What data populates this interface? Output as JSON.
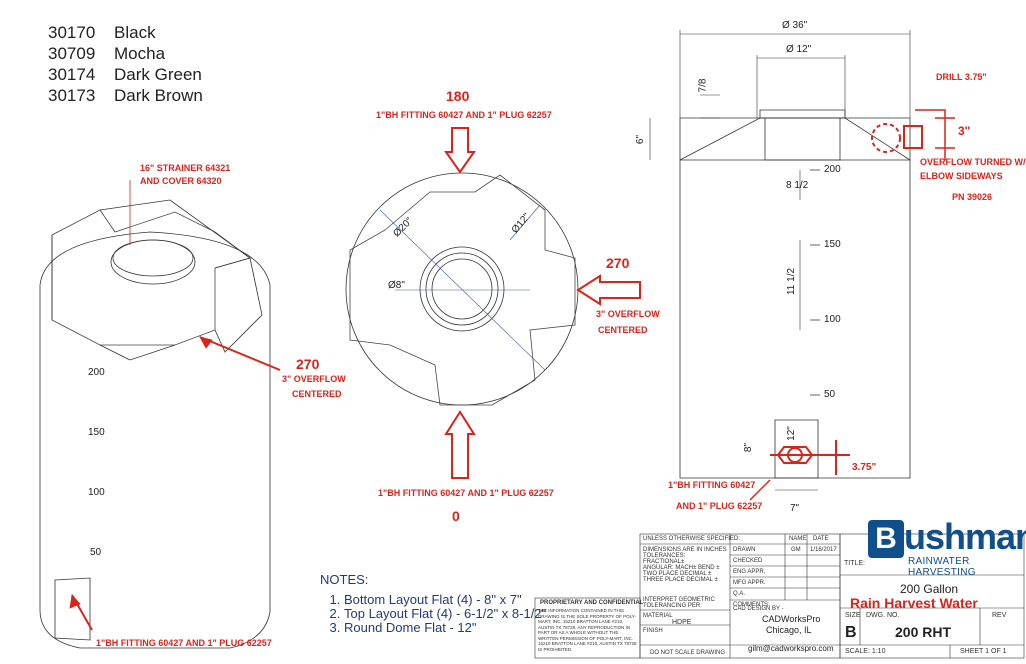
{
  "color_codes": [
    {
      "code": "30170",
      "name": "Black"
    },
    {
      "code": "30709",
      "name": "Mocha"
    },
    {
      "code": "30174",
      "name": "Dark Green"
    },
    {
      "code": "30173",
      "name": "Dark Brown"
    }
  ],
  "callouts": {
    "strainer_1": "16\" STRAINER  64321",
    "strainer_2": "AND COVER     64320",
    "iso_overflow_angle": "270",
    "iso_overflow_1": "3\" OVERFLOW",
    "iso_overflow_2": "CENTERED",
    "iso_fitting": "1\"BH FITTING 60427 AND 1\" PLUG 62257",
    "top_angle_180": "180",
    "top_fitting_180": "1\"BH FITTING 60427 AND 1\" PLUG 62257",
    "top_angle_270": "270",
    "top_overflow_1": "3\" OVERFLOW",
    "top_overflow_2": "CENTERED",
    "top_fitting_0": "1\"BH FITTING 60427 AND 1\" PLUG 62257",
    "top_angle_0": "0",
    "drill": "DRILL 3.75\"",
    "overflow_size": "3\"",
    "overflow_turned_1": "OVERFLOW TURNED W/",
    "overflow_turned_2": "ELBOW SIDEWAYS",
    "pn": "PN 39026",
    "side_fitting_1": "1\"BH FITTING 60427",
    "side_fitting_2": "AND 1\" PLUG 62257",
    "fitting_size": "3.75\""
  },
  "dimensions": {
    "iso_200": "200",
    "iso_150": "150",
    "iso_100": "100",
    "iso_50": "50",
    "d20": "Ø20\"",
    "d12": "Ø12\"",
    "d8": "Ø8\"",
    "d36": "Ø 36\"",
    "d12_side": "Ø 12\"",
    "h78": "7/8",
    "h6": "6\"",
    "h812": "8 1/2",
    "h1112": "11 1/2",
    "m200": "200",
    "m150": "150",
    "m100": "100",
    "m50": "50",
    "f8": "8\"",
    "f12": "12\"",
    "f7": "7\""
  },
  "notes": {
    "title": "NOTES:",
    "items": [
      "Bottom Layout Flat (4) - 8\" x 7\"",
      "Top Layout Flat (4) - 6-1/2\" x 8-1/2\"",
      "Round Dome Flat - 12\""
    ]
  },
  "title_block": {
    "unless": "UNLESS OTHERWISE SPECIFIED:",
    "name_hdr": "NAME",
    "date_hdr": "DATE",
    "dims_in": "DIMENSIONS ARE IN INCHES",
    "tolerances": "TOLERANCES:",
    "fractional": "FRACTIONAL±",
    "angular": "ANGULAR: MACH±   BEND ±",
    "two_place": "TWO PLACE DECIMAL   ±",
    "three_place": "THREE PLACE DECIMAL  ±",
    "drawn": "DRAWN",
    "drawn_name": "GM",
    "drawn_date": "1/16/2017",
    "checked": "CHECKED",
    "eng_appr": "ENG APPR.",
    "mfg_appr": "MFG APPR.",
    "qa": "Q.A.",
    "interpret": "INTERPRET GEOMETRIC",
    "tolerancing": "TOLERANCING PER:",
    "comments": "COMMENTS:",
    "material_lbl": "MATERIAL",
    "material": "HDPE",
    "finish": "FINISH",
    "dont_scale": "DO NOT SCALE DRAWING",
    "prop_title": "PROPRIETARY AND CONFIDENTIAL",
    "prop_text": "THE INFORMATION CONTAINED IN THIS DRAWING IS THE SOLE PROPERTY OF POLY-MART, INC. 15210 BRATTON LANE #210, AUSTIN TX 78728. ANY REPRODUCTION IN PART OR AS A WHOLE WITHOUT THE WRITTEN PERMISSION OF POLY-MART, INC. 15210 BRATTON LANE #210, AUSTIN TX 78728 IS PROHIBITED.",
    "cad_by": "CAD DESIGN BY -",
    "cad_name": "CADWorksPro",
    "cad_city": "Chicago, IL",
    "cad_email": "gilm@cadworkspro.com",
    "title_lbl": "TITLE:",
    "gallon": "200 Gallon",
    "product": "Rain Harvest Water",
    "size_lbl": "SIZE",
    "dwg_lbl": "DWG.  NO.",
    "rev_lbl": "REV",
    "size": "B",
    "dwg_no": "200  RHT",
    "scale": "SCALE: 1:10",
    "sheet": "SHEET 1 OF 1"
  },
  "logo": {
    "letter": "B",
    "name": "ushman",
    "tagline": "RAINWATER HARVESTING"
  },
  "colors": {
    "callout": "#d9241c",
    "line": "#333333",
    "logo": "#0f4f8c",
    "notes": "#1f3a7a"
  }
}
